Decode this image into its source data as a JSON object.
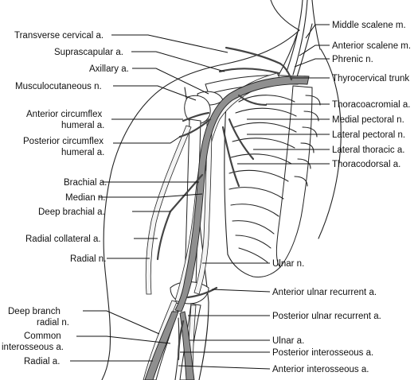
{
  "labels": {
    "left": [
      "Transverse cervical a.",
      "Suprascapular a.",
      "Axillary a.",
      "Musculocutaneous n.",
      "Anterior circumflex",
      "humeral a.",
      "Posterior circumflex",
      "humeral a.",
      "Brachial a.",
      "Median n.",
      "Deep brachial a.",
      "Radial collateral a.",
      "Radial n.",
      "Deep branch",
      "radial n.",
      "Common",
      "interosseous a.",
      "Radial a."
    ],
    "right": [
      "Middle scalene m.",
      "Anterior scalene m.",
      "Phrenic n.",
      "Thyrocervical trunk",
      "Thoracoacromial a.",
      "Medial pectoral n.",
      "Lateral pectoral n.",
      "Lateral thoracic a.",
      "Thoracodorsal a.",
      "Ulnar n.",
      "Anterior ulnar recurrent a.",
      "Posterior ulnar recurrent a.",
      "Ulnar a.",
      "Posterior interosseous a.",
      "Anterior interosseous a."
    ]
  },
  "colors": {
    "ink": "#111111",
    "artery": "#8f8f8f",
    "background": "#ffffff"
  }
}
